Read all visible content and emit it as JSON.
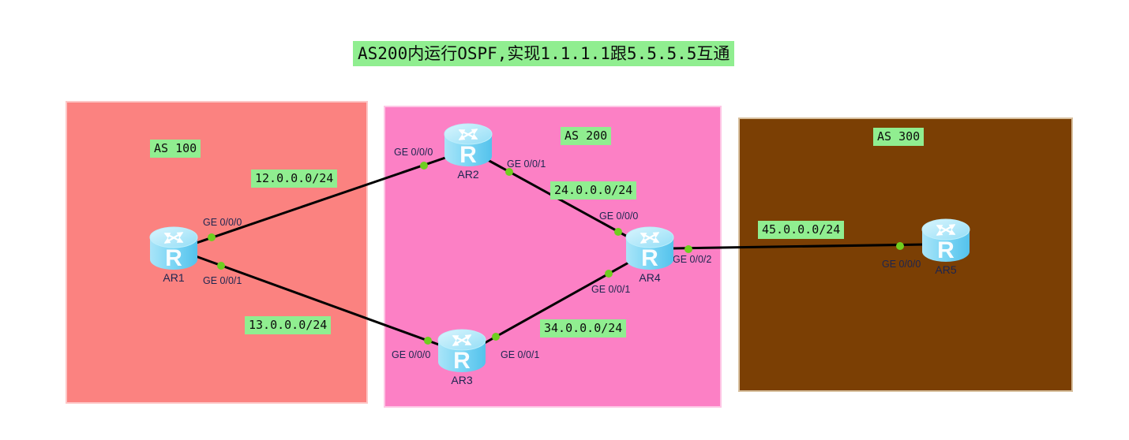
{
  "title": {
    "text": "AS200内运行OSPF,实现1.1.1.1跟5.5.5.5互通"
  },
  "regions": [
    {
      "id": "as100",
      "label": "AS 100",
      "fill": "#FB8280"
    },
    {
      "id": "as200",
      "label": "AS 200",
      "fill": "#FC80C5"
    },
    {
      "id": "as300",
      "label": "AS 300",
      "fill": "#7B3F04"
    }
  ],
  "routers": [
    {
      "name": "AR1",
      "region": "AS 100",
      "interfaces": [
        "GE 0/0/0",
        "GE 0/0/1"
      ]
    },
    {
      "name": "AR2",
      "region": "AS 200",
      "interfaces": [
        "GE 0/0/0",
        "GE 0/0/1"
      ]
    },
    {
      "name": "AR3",
      "region": "AS 200",
      "interfaces": [
        "GE 0/0/0",
        "GE 0/0/1"
      ]
    },
    {
      "name": "AR4",
      "region": "AS 200",
      "interfaces": [
        "GE 0/0/0",
        "GE 0/0/1",
        "GE 0/0/2"
      ]
    },
    {
      "name": "AR5",
      "region": "AS 300",
      "interfaces": [
        "GE 0/0/0"
      ]
    }
  ],
  "links": [
    {
      "from": "AR1",
      "from_if": "GE 0/0/0",
      "to": "AR2",
      "to_if": "GE 0/0/0",
      "subnet": "12.0.0.0/24"
    },
    {
      "from": "AR1",
      "from_if": "GE 0/0/1",
      "to": "AR3",
      "to_if": "GE 0/0/0",
      "subnet": "13.0.0.0/24"
    },
    {
      "from": "AR2",
      "from_if": "GE 0/0/1",
      "to": "AR4",
      "to_if": "GE 0/0/0",
      "subnet": "24.0.0.0/24"
    },
    {
      "from": "AR3",
      "from_if": "GE 0/0/1",
      "to": "AR4",
      "to_if": "GE 0/0/1",
      "subnet": "34.0.0.0/24"
    },
    {
      "from": "AR4",
      "from_if": "GE 0/0/2",
      "to": "AR5",
      "to_if": "GE 0/0/0",
      "subnet": "45.0.0.0/24"
    }
  ],
  "colors": {
    "as100_fill": "#FB8280",
    "as200_fill": "#FC80C5",
    "as300_fill": "#7B3F04",
    "label_highlight": "#90EE90",
    "link_line": "#000000",
    "port_dot": "#6FCE1F",
    "router_body": "#7FD7F5",
    "label_text": "#1C2550"
  }
}
